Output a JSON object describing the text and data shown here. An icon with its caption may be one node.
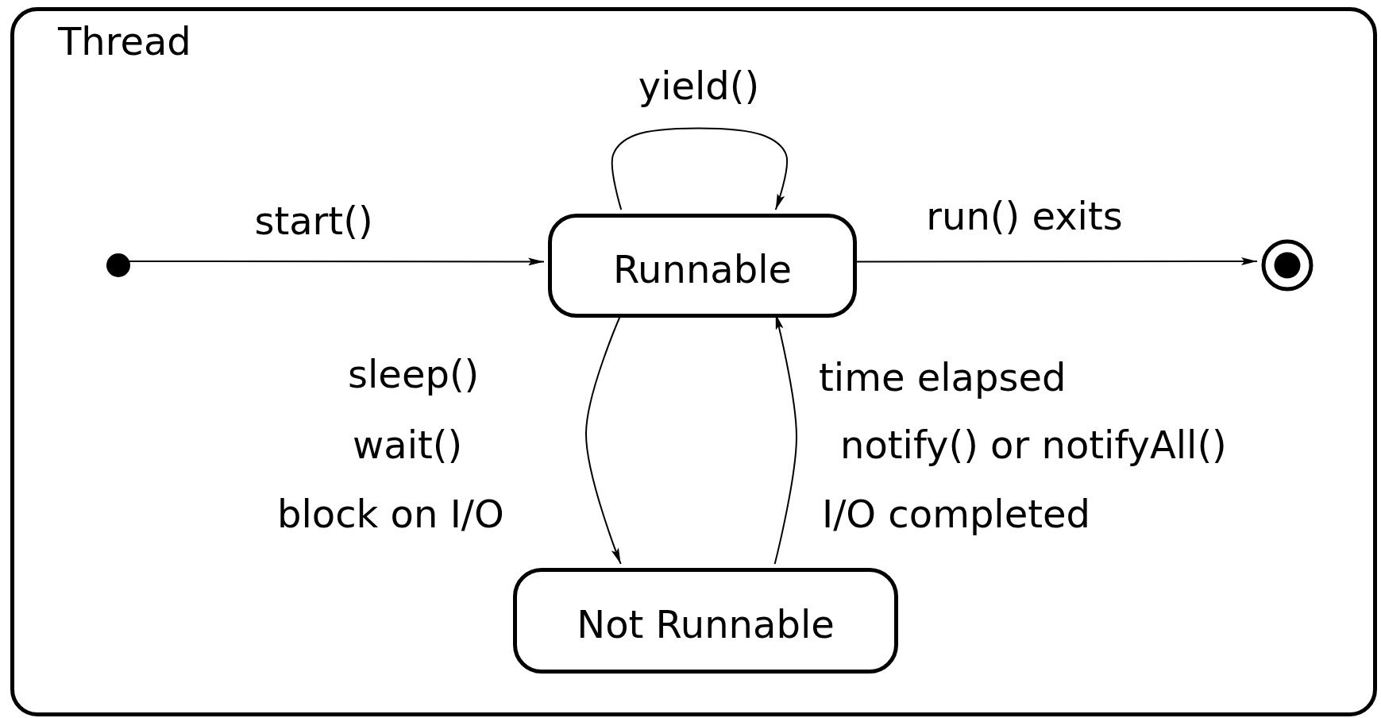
{
  "diagram": {
    "nodes": [
      {
        "text": [
          "Thread"
        ]
      },
      {
        "text": [],
        "shape": "circle",
        "in": 0
      },
      {
        "text": [
          "Runnable"
        ],
        "in": 0
      },
      {
        "text": [],
        "shape": "circle",
        "in": 0
      },
      {
        "text": [
          "Not Runnable"
        ],
        "in": 0
      }
    ],
    "edges": [
      {
        "from": 1,
        "to": 2,
        "arrow": "to",
        "label": "start()"
      },
      {
        "from": 2,
        "to": 2,
        "arrow": "to",
        "label": "yield()"
      },
      {
        "from": 2,
        "to": 3,
        "arrow": "to",
        "label": "run() exits"
      },
      {
        "from": 2,
        "to": 4,
        "arrow": "to"
      },
      {
        "from": 4,
        "to": 2,
        "arrow": "to"
      }
    ],
    "labels": [
      "sleep()",
      "wait()",
      "block on I/O",
      "time elapsed",
      "notify() or notifyAll()",
      "I/O completed"
    ]
  }
}
